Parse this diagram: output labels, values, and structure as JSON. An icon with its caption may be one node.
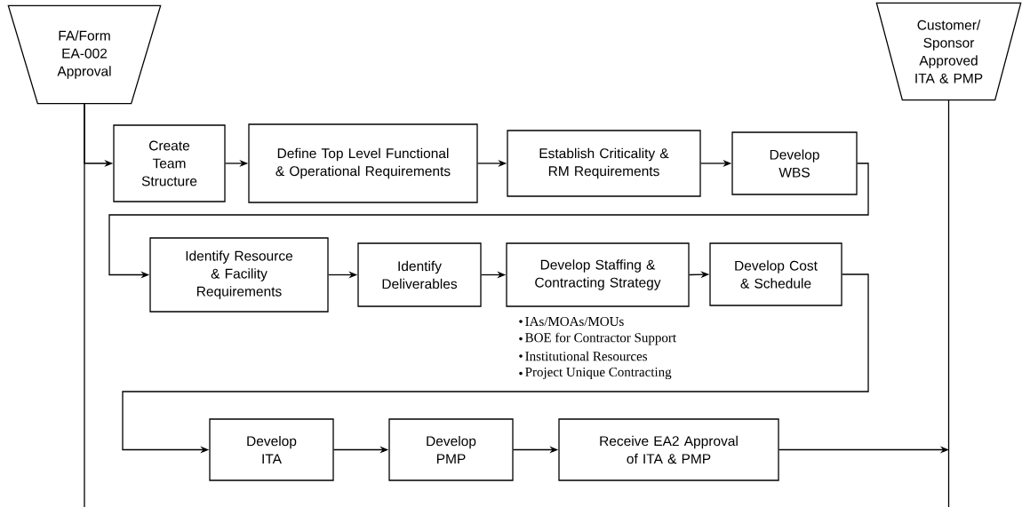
{
  "diagram": {
    "nodes": [
      {
        "text": [
          "FA/Form EA-002 Approval"
        ]
      },
      {
        "text": [
          "Customer/ Sponsor Approved ITA & PMP"
        ]
      },
      {
        "text": [
          "Create Team Structure"
        ]
      },
      {
        "text": [
          "Define Top Level Functional & Operational Requirements"
        ]
      },
      {
        "text": [
          "Establish Criticality & RM Requirements"
        ]
      },
      {
        "text": [
          "Develop WBS"
        ]
      },
      {
        "text": [
          "Identify Resource & Facility Requirements"
        ]
      },
      {
        "text": [
          "Identify Deliverables"
        ]
      },
      {
        "text": [
          "Develop Staffing & Contracting Strategy"
        ],
        "beside": [
          "IAs/MOAs/MOUs",
          "BOE for Contractor Support",
          "Institutional Resources",
          "Project Unique Contracting"
        ]
      },
      {
        "text": [
          "Develop Cost & Schedule"
        ]
      },
      {
        "text": [
          "Develop ITA"
        ]
      },
      {
        "text": [
          "Develop PMP"
        ]
      },
      {
        "text": [
          "Receive EA2 Approval of ITA & PMP"
        ]
      }
    ],
    "edges": [
      {
        "from": 0,
        "to": 2,
        "arrow": "to"
      },
      {
        "from": 2,
        "to": 3,
        "arrow": "to"
      },
      {
        "from": 3,
        "to": 4,
        "arrow": "to"
      },
      {
        "from": 4,
        "to": 5,
        "arrow": "to"
      },
      {
        "from": 5,
        "to": 6,
        "arrow": "to"
      },
      {
        "from": 6,
        "to": 7,
        "arrow": "to"
      },
      {
        "from": 7,
        "to": 8,
        "arrow": "to"
      },
      {
        "from": 8,
        "to": 9,
        "arrow": "to"
      },
      {
        "from": 9,
        "to": 10,
        "arrow": "to"
      },
      {
        "from": 10,
        "to": 11,
        "arrow": "to"
      },
      {
        "from": 11,
        "to": 12,
        "arrow": "to"
      },
      {
        "from": 12,
        "to": null,
        "arrow": "to"
      }
    ]
  }
}
